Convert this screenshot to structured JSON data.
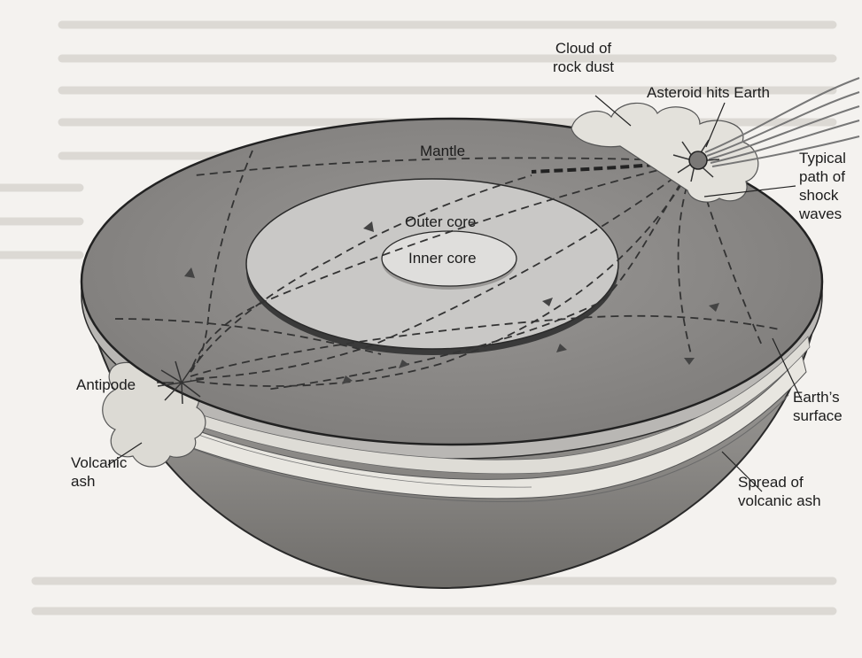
{
  "labels": {
    "cloud_of_rock_dust": [
      "Cloud of",
      "rock dust"
    ],
    "asteroid_hits_earth": "Asteroid hits Earth",
    "mantle": "Mantle",
    "typical_path": [
      "Typical",
      "path of",
      "shock",
      "waves"
    ],
    "outer_core": "Outer core",
    "inner_core": "Inner core",
    "antipode": "Antipode",
    "earths_surface": [
      "Earth’s",
      "surface"
    ],
    "volcanic_ash": [
      "Volcanic",
      "ash"
    ],
    "spread_of_volcanic_ash": [
      "Spread of",
      "volcanic ash"
    ]
  },
  "colors": {
    "page_background": "#f4f2ef",
    "mantle_surface": "#8a8886",
    "outer_core": "#c7c6c4",
    "inner_core": "#dddcda",
    "hemisphere_side": "#8e8c8a",
    "shock_wave_path": "#3c3c3c",
    "ash": "#e4e2dc",
    "faded_background_text": "#c9c6c1"
  },
  "icons": {
    "asteroid": "asteroid-icon",
    "impact": "impact-burst-icon",
    "antipode_burst": "antipode-burst-icon"
  }
}
